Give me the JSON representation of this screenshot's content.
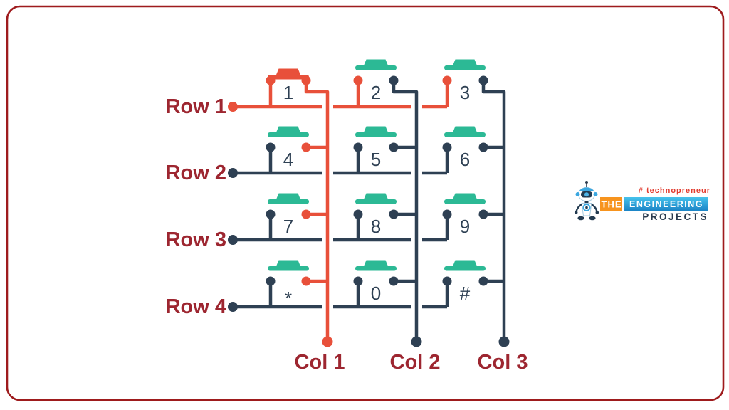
{
  "diagram": {
    "title_semantics": "4x4 keypad row-column matrix wiring",
    "rows": [
      {
        "label": "Row 1",
        "active": true
      },
      {
        "label": "Row 2",
        "active": false
      },
      {
        "label": "Row 3",
        "active": false
      },
      {
        "label": "Row 4",
        "active": false
      }
    ],
    "cols": [
      {
        "label": "Col 1",
        "active": true
      },
      {
        "label": "Col 2",
        "active": false
      },
      {
        "label": "Col 3",
        "active": false
      }
    ],
    "buttons": [
      [
        "1",
        "2",
        "3"
      ],
      [
        "4",
        "5",
        "6"
      ],
      [
        "7",
        "8",
        "9"
      ],
      [
        "*",
        "0",
        "#"
      ]
    ],
    "pressed_button": "1"
  },
  "logo": {
    "hashtag": "# technopreneur",
    "the": "THE",
    "engineering": "ENGINEERING",
    "projects": "PROJECTS"
  },
  "colors": {
    "active": "#e8503a",
    "wire": "#2e4053",
    "cap": "#2cb995",
    "label": "#9d2630",
    "digit": "#2e4053",
    "border": "#9e1b1d",
    "logo_orange": "#f7941e",
    "logo_blue_top": "#45c2ec",
    "logo_blue_bottom": "#1c84c6",
    "logo_red": "#e23b2e",
    "logo_navy": "#2b3b4e"
  }
}
